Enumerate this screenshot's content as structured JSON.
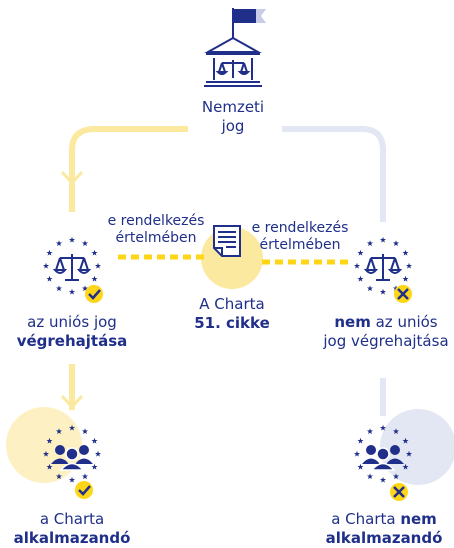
{
  "colors": {
    "primary": "#1f2f8a",
    "accent_yellow": "#ffd617",
    "flow_yellow": "#fbe9a0",
    "flow_lavender": "#e3e6f3",
    "star_yellow": "#f5c400"
  },
  "nodes": {
    "national_law": {
      "line1": "Nemzeti",
      "line2": "jog",
      "icon": "courthouse-icon"
    },
    "charter": {
      "line1": "A Charta",
      "line2": "51. cikke",
      "icon": "document-icon"
    },
    "implementing": {
      "line1": "az uniós jog",
      "line2": "végrehajtása",
      "icon": "eu-scales-check-icon"
    },
    "not_implementing": {
      "bold_word": "nem",
      "line1_rest": " az uniós",
      "line2": "jog végrehajtása",
      "icon": "eu-scales-cross-icon"
    },
    "applicable": {
      "line1": "a Charta",
      "line2": "alkalmazandó",
      "icon": "eu-people-check-icon"
    },
    "not_applicable": {
      "line1_start": "a Charta ",
      "bold_word": "nem",
      "line2": "alkalmazandó",
      "icon": "eu-people-cross-icon"
    }
  },
  "edge_labels": {
    "left": {
      "line1": "e rendelkezés",
      "line2": "értelmében"
    },
    "right": {
      "line1": "e rendelkezés",
      "line2": "értelmében"
    }
  }
}
